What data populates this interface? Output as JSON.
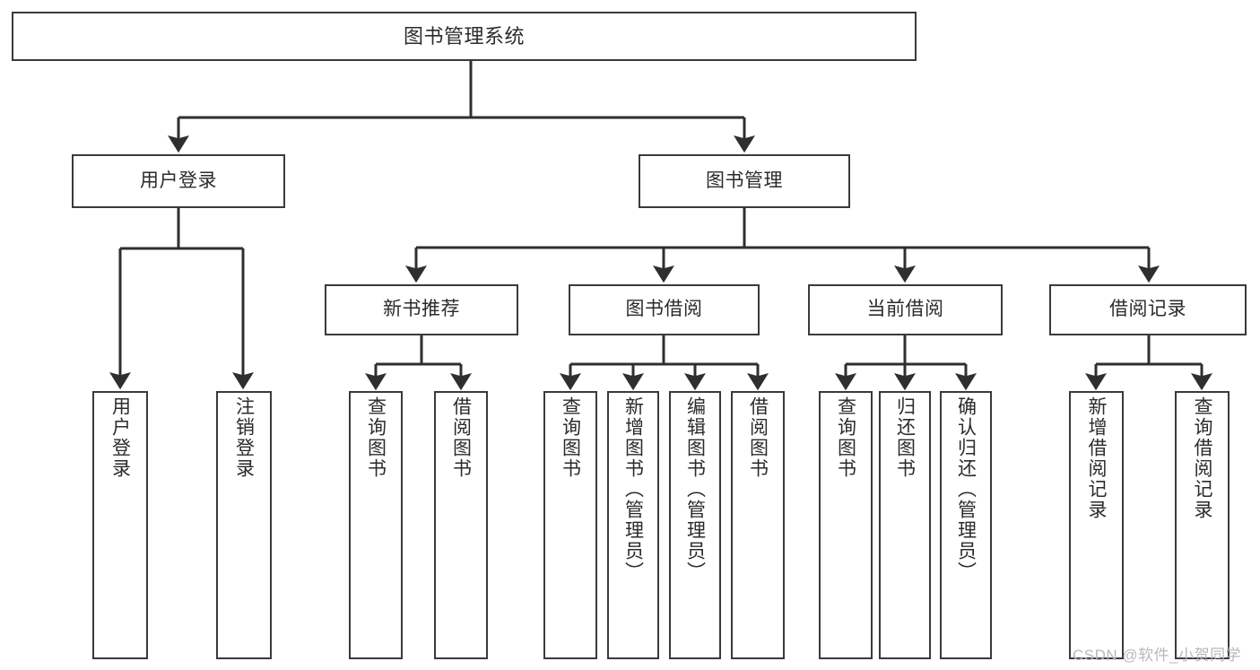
{
  "diagram": {
    "title": "图书管理系统",
    "type": "tree",
    "orientation": "top-down",
    "colors": {
      "node_border": "#3a3a3a",
      "node_fill": "#ffffff",
      "edge": "#2f2f2f",
      "text": "#2b2b2b",
      "watermark": "#b9b9b9",
      "background": "#ffffff"
    },
    "root": {
      "id": "root",
      "label": "图书管理系统"
    },
    "level1": [
      {
        "id": "user-login",
        "label": "用户登录"
      },
      {
        "id": "book-management",
        "label": "图书管理"
      }
    ],
    "level2": [
      {
        "id": "new-book-recommend",
        "label": "新书推荐",
        "parent": "book-management"
      },
      {
        "id": "book-borrow",
        "label": "图书借阅",
        "parent": "book-management"
      },
      {
        "id": "current-borrow",
        "label": "当前借阅",
        "parent": "book-management"
      },
      {
        "id": "borrow-record",
        "label": "借阅记录",
        "parent": "book-management"
      }
    ],
    "leaves": [
      {
        "id": "leaf-user-login",
        "label": "用户登录",
        "parent": "user-login"
      },
      {
        "id": "leaf-logout-login",
        "label": "注销登录",
        "parent": "user-login"
      },
      {
        "id": "leaf-query-book-1",
        "label": "查询图书",
        "parent": "new-book-recommend"
      },
      {
        "id": "leaf-borrow-book-1",
        "label": "借阅图书",
        "parent": "new-book-recommend"
      },
      {
        "id": "leaf-query-book-2",
        "label": "查询图书",
        "parent": "book-borrow"
      },
      {
        "id": "leaf-add-book",
        "label": "新增图书（管理员）",
        "parent": "book-borrow"
      },
      {
        "id": "leaf-edit-book",
        "label": "编辑图书（管理员）",
        "parent": "book-borrow"
      },
      {
        "id": "leaf-borrow-book-2",
        "label": "借阅图书",
        "parent": "book-borrow"
      },
      {
        "id": "leaf-query-book-3",
        "label": "查询图书",
        "parent": "current-borrow"
      },
      {
        "id": "leaf-return-book",
        "label": "归还图书",
        "parent": "current-borrow"
      },
      {
        "id": "leaf-confirm-return",
        "label": "确认归还（管理员）",
        "parent": "current-borrow"
      },
      {
        "id": "leaf-add-record",
        "label": "新增借阅记录",
        "parent": "borrow-record"
      },
      {
        "id": "leaf-query-record",
        "label": "查询借阅记录",
        "parent": "borrow-record"
      }
    ]
  },
  "watermark": {
    "text": "CSDN @软件_小贺同学"
  }
}
